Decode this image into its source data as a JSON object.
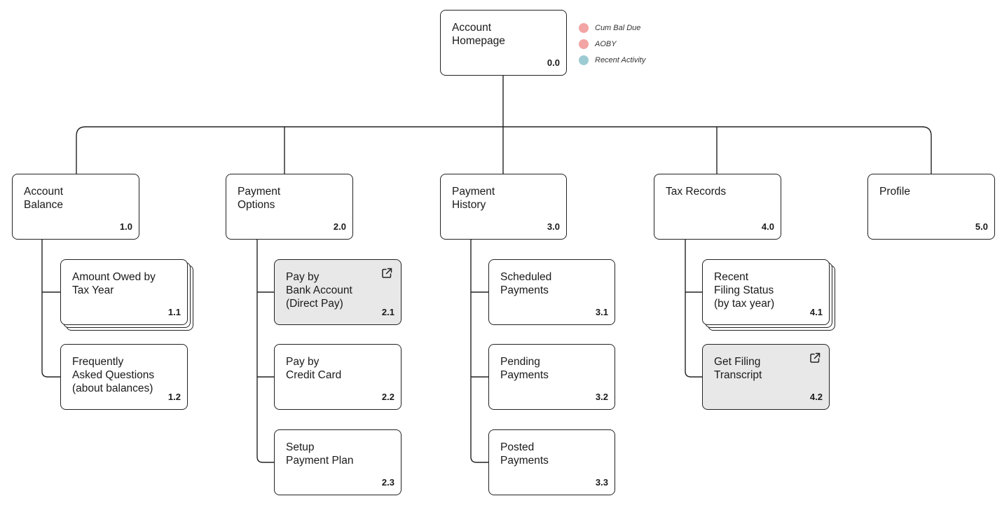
{
  "legend": [
    {
      "label": "Cum Bal Due",
      "color": "#f3a4a4"
    },
    {
      "label": "AOBY",
      "color": "#f3a4a4"
    },
    {
      "label": "Recent Activity",
      "color": "#9dcbd3"
    }
  ],
  "root": {
    "label": "Account\nHomepage",
    "number": "0.0"
  },
  "sections": [
    {
      "label": "Account\nBalance",
      "number": "1.0",
      "children": [
        {
          "label": "Amount Owed by\nTax Year",
          "number": "1.1",
          "stacked": true
        },
        {
          "label": "Frequently\nAsked Questions\n(about balances)",
          "number": "1.2"
        }
      ]
    },
    {
      "label": "Payment\nOptions",
      "number": "2.0",
      "children": [
        {
          "label": "Pay by\nBank Account\n(Direct Pay)",
          "number": "2.1",
          "external": true,
          "icon": "external-link-icon"
        },
        {
          "label": "Pay by\nCredit Card",
          "number": "2.2"
        },
        {
          "label": "Setup\nPayment Plan",
          "number": "2.3"
        }
      ]
    },
    {
      "label": "Payment\nHistory",
      "number": "3.0",
      "children": [
        {
          "label": "Scheduled\nPayments",
          "number": "3.1"
        },
        {
          "label": "Pending\nPayments",
          "number": "3.2"
        },
        {
          "label": "Posted\nPayments",
          "number": "3.3"
        }
      ]
    },
    {
      "label": "Tax Records",
      "number": "4.0",
      "children": [
        {
          "label": "Recent\nFiling Status\n(by tax year)",
          "number": "4.1",
          "stacked": true
        },
        {
          "label": "Get Filing\nTranscript",
          "number": "4.2",
          "external": true,
          "icon": "external-link-icon"
        }
      ]
    },
    {
      "label": "Profile",
      "number": "5.0",
      "children": []
    }
  ]
}
